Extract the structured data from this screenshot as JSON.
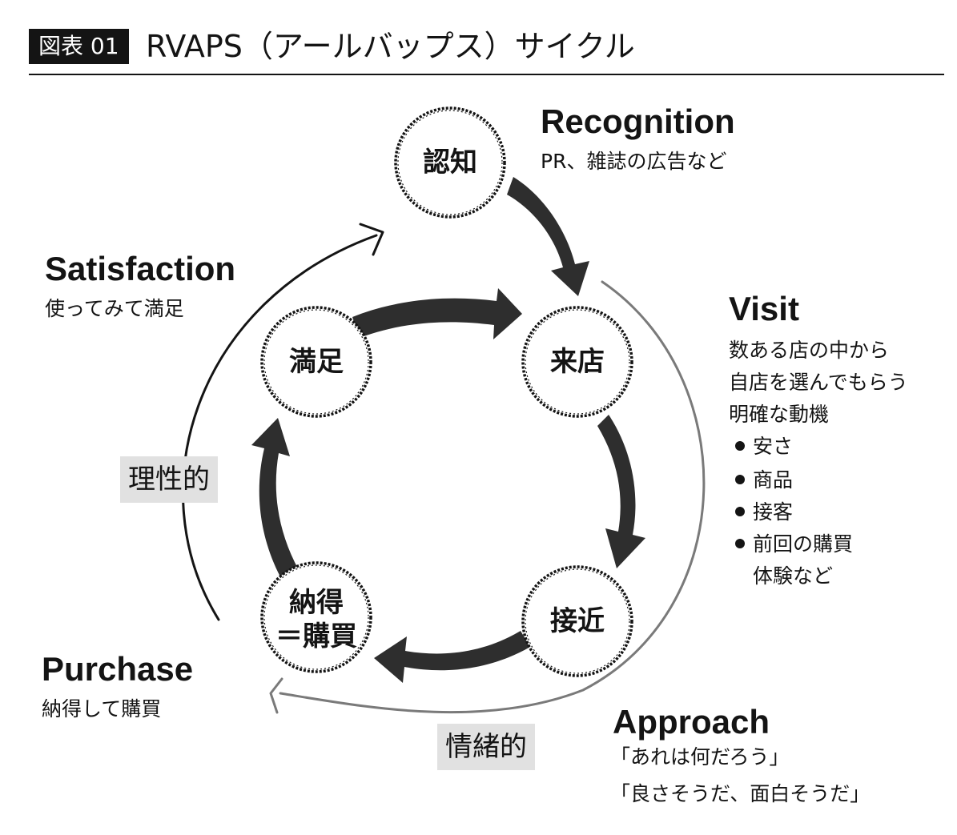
{
  "header": {
    "fig_label": "図表 01",
    "title": "RVAPS（アールバップス）サイクル"
  },
  "nodes": {
    "recognition": "認知",
    "visit": "来店",
    "approach": "接近",
    "purchase_line1": "納得",
    "purchase_line2": "＝購買",
    "satisfaction": "満足"
  },
  "stages": {
    "recognition": {
      "title": "Recognition",
      "desc": "PR、雑誌の広告など"
    },
    "visit": {
      "title": "Visit",
      "desc": [
        "数ある店の中から",
        "自店を選んでもらう",
        "明確な動機"
      ],
      "bullets": [
        "安さ",
        "商品",
        "接客",
        "前回の購買"
      ],
      "bullet_cont": "体験など"
    },
    "approach": {
      "title": "Approach",
      "desc": [
        "「あれは何だろう」",
        "「良さそうだ、面白そうだ」"
      ]
    },
    "purchase": {
      "title": "Purchase",
      "desc": "納得して購買"
    },
    "satisfaction": {
      "title": "Satisfaction",
      "desc": "使ってみて満足"
    }
  },
  "loops": {
    "rational": "理性的",
    "emotional": "情緒的"
  },
  "colors": {
    "ink": "#141414",
    "arrow_fill": "#2e2e2e",
    "outer_loop_right": "#7a7a7a",
    "tag_background": "#e1e1e1"
  }
}
